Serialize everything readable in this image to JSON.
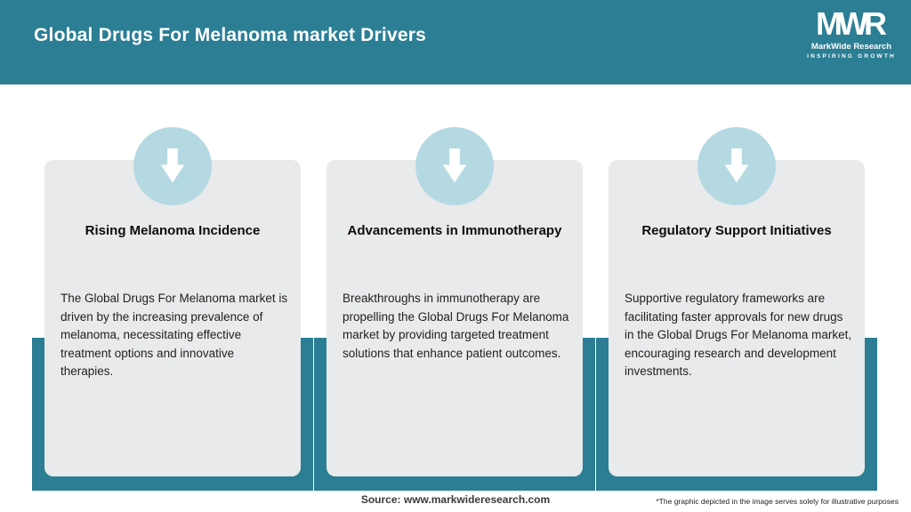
{
  "header": {
    "title": "Global Drugs For Melanoma market Drivers",
    "logo": {
      "monogram": "MWR",
      "name": "MarkWide Research",
      "tagline": "INSPIRING GROWTH"
    }
  },
  "cards": [
    {
      "title": "Rising Melanoma Incidence",
      "body": "The Global Drugs For Melanoma market is driven by the increasing prevalence of melanoma, necessitating effective treatment options and innovative therapies."
    },
    {
      "title": "Advancements in Immunotherapy",
      "body": "Breakthroughs in immunotherapy are propelling the Global Drugs For Melanoma market by providing targeted treatment solutions that enhance patient outcomes."
    },
    {
      "title": "Regulatory Support Initiatives",
      "body": "Supportive regulatory frameworks are facilitating faster approvals for new drugs in the Global Drugs For Melanoma market, encouraging research and development investments."
    }
  ],
  "footer": {
    "source": "Source: www.markwideresearch.com",
    "disclaimer": "*The graphic depicted in the image serves solely for illustrative purposes"
  },
  "colors": {
    "header_teal": "#2b7e94",
    "backing_teal": "#2b7e94",
    "circle_blue": "#b5d9e3",
    "card_gray": "#e9eaeb"
  }
}
